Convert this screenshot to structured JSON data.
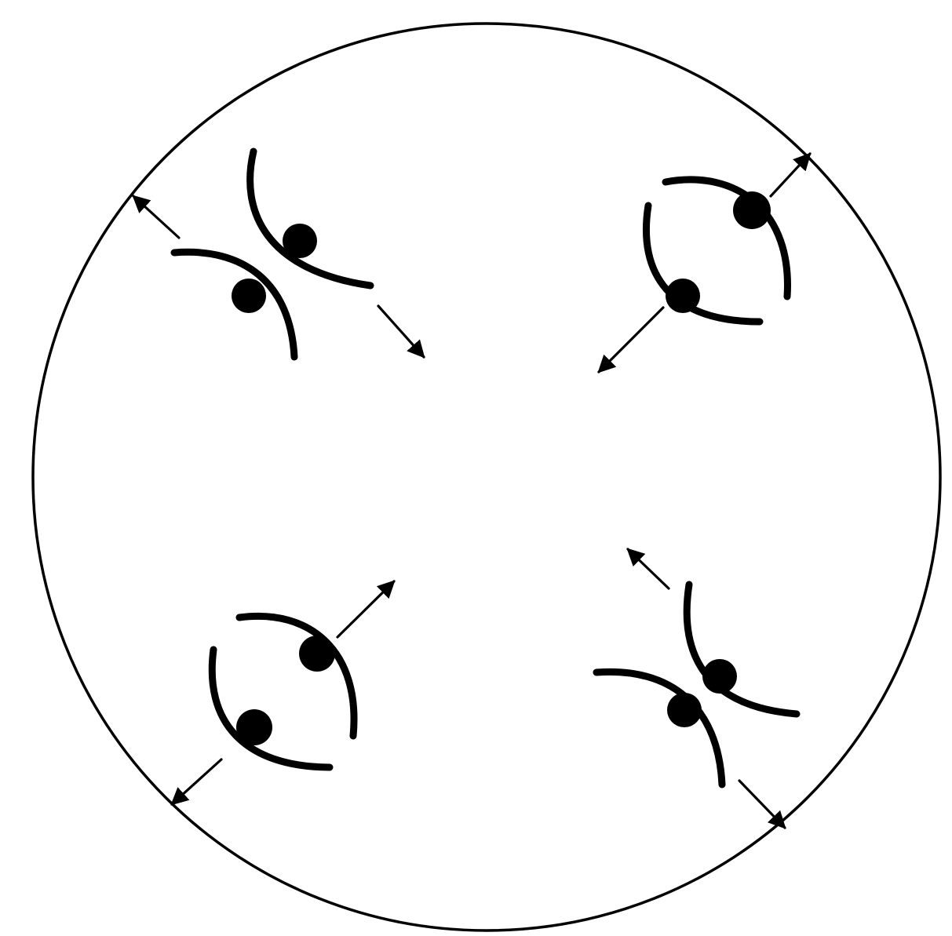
{
  "diagram": {
    "ink_color": "#000000",
    "background_color": "#ffffff",
    "groups": [
      {
        "id": "upper-left",
        "pattern": "crossed-pair",
        "arrows": "outward-and-inward"
      },
      {
        "id": "upper-right",
        "pattern": "facing-pair",
        "arrows": "outward-and-inward"
      },
      {
        "id": "lower-left",
        "pattern": "facing-pair",
        "arrows": "outward-and-inward"
      },
      {
        "id": "lower-right",
        "pattern": "crossed-pair",
        "arrows": "outward-and-inward"
      }
    ]
  }
}
